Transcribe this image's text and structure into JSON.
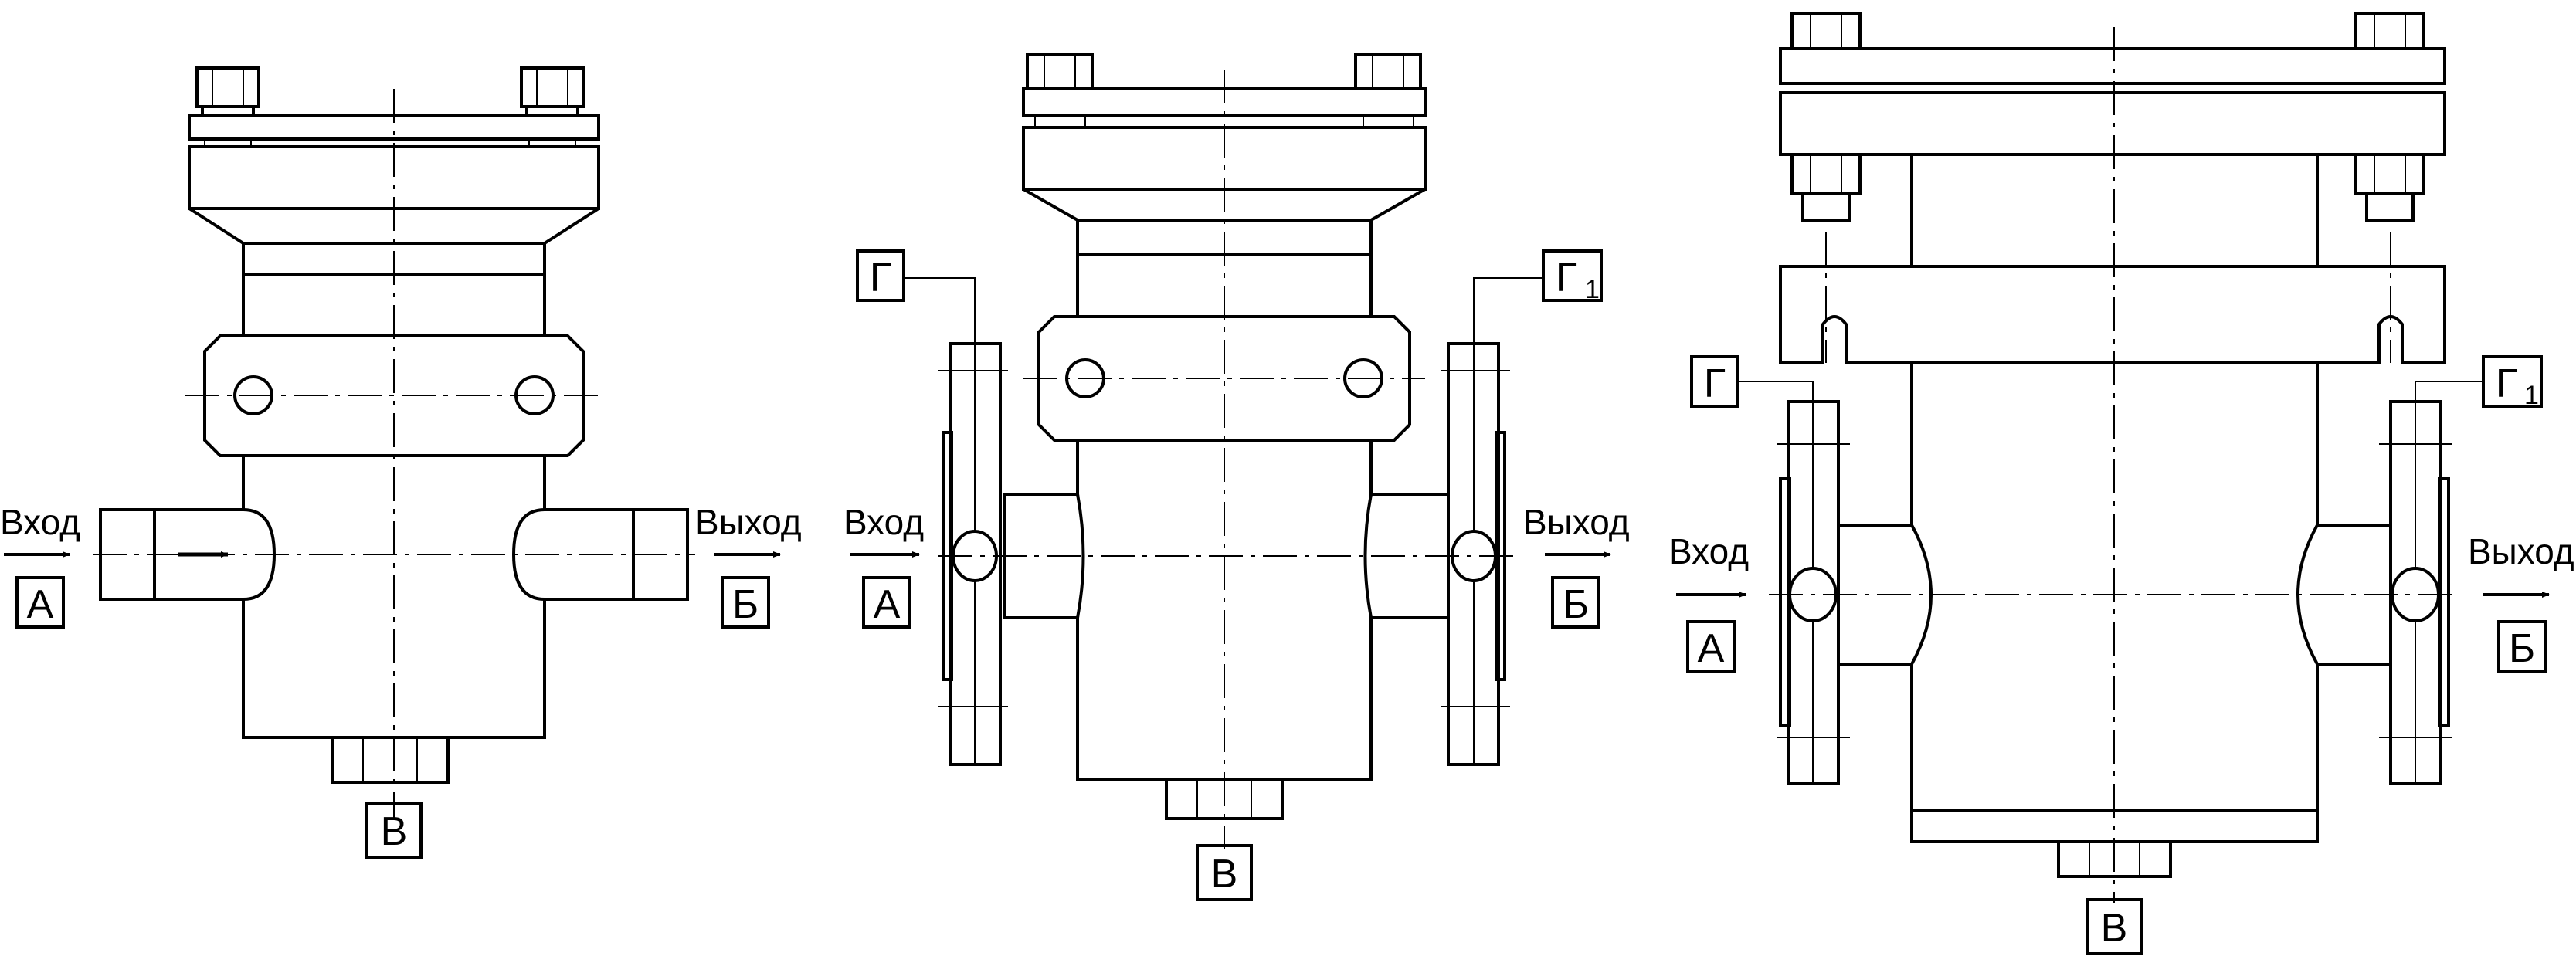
{
  "labels": {
    "inlet": "Вход",
    "outlet": "Выход",
    "port_a": "А",
    "port_b": "Б",
    "port_v": "В",
    "port_g": "Г",
    "port_g1_main": "Г",
    "port_g1_sub": "1"
  },
  "views": [
    {
      "id": "threaded",
      "shows_g_ports": false
    },
    {
      "id": "flanged-medium",
      "shows_g_ports": true
    },
    {
      "id": "flanged-large",
      "shows_g_ports": true
    }
  ]
}
